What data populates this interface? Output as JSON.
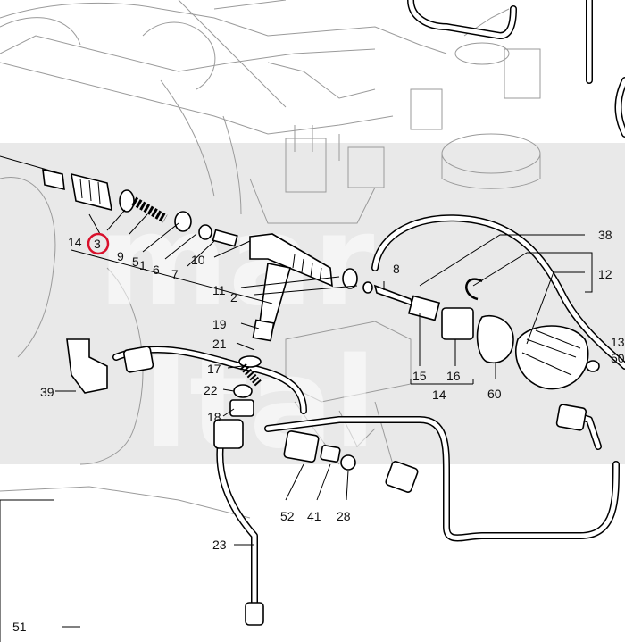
{
  "diagram": {
    "highlight_color": "#d9102b",
    "watermark_color": "#e6e6e6",
    "watermark_text": [
      "mar",
      "Ital"
    ],
    "highlighted_part": "3",
    "callouts": [
      {
        "id": "c38",
        "label": "38"
      },
      {
        "id": "c12",
        "label": "12"
      },
      {
        "id": "c14a",
        "label": "14"
      },
      {
        "id": "c3",
        "label": "3"
      },
      {
        "id": "c9",
        "label": "9"
      },
      {
        "id": "c5",
        "label": "5"
      },
      {
        "id": "c6",
        "label": "6"
      },
      {
        "id": "c7",
        "label": "7"
      },
      {
        "id": "c1",
        "label": "1"
      },
      {
        "id": "c10",
        "label": "10"
      },
      {
        "id": "c11",
        "label": "11"
      },
      {
        "id": "c2",
        "label": "2"
      },
      {
        "id": "c8",
        "label": "8"
      },
      {
        "id": "c19",
        "label": "19"
      },
      {
        "id": "c21",
        "label": "21"
      },
      {
        "id": "c17",
        "label": "17"
      },
      {
        "id": "c22",
        "label": "22"
      },
      {
        "id": "c18",
        "label": "18"
      },
      {
        "id": "c39",
        "label": "39"
      },
      {
        "id": "c15",
        "label": "15"
      },
      {
        "id": "c16",
        "label": "16"
      },
      {
        "id": "c14b",
        "label": "14"
      },
      {
        "id": "c60",
        "label": "60"
      },
      {
        "id": "c13",
        "label": "13"
      },
      {
        "id": "c50",
        "label": "50"
      },
      {
        "id": "c52",
        "label": "52"
      },
      {
        "id": "c41",
        "label": "41"
      },
      {
        "id": "c28",
        "label": "28"
      },
      {
        "id": "c23",
        "label": "23"
      },
      {
        "id": "c51",
        "label": "51"
      }
    ]
  }
}
